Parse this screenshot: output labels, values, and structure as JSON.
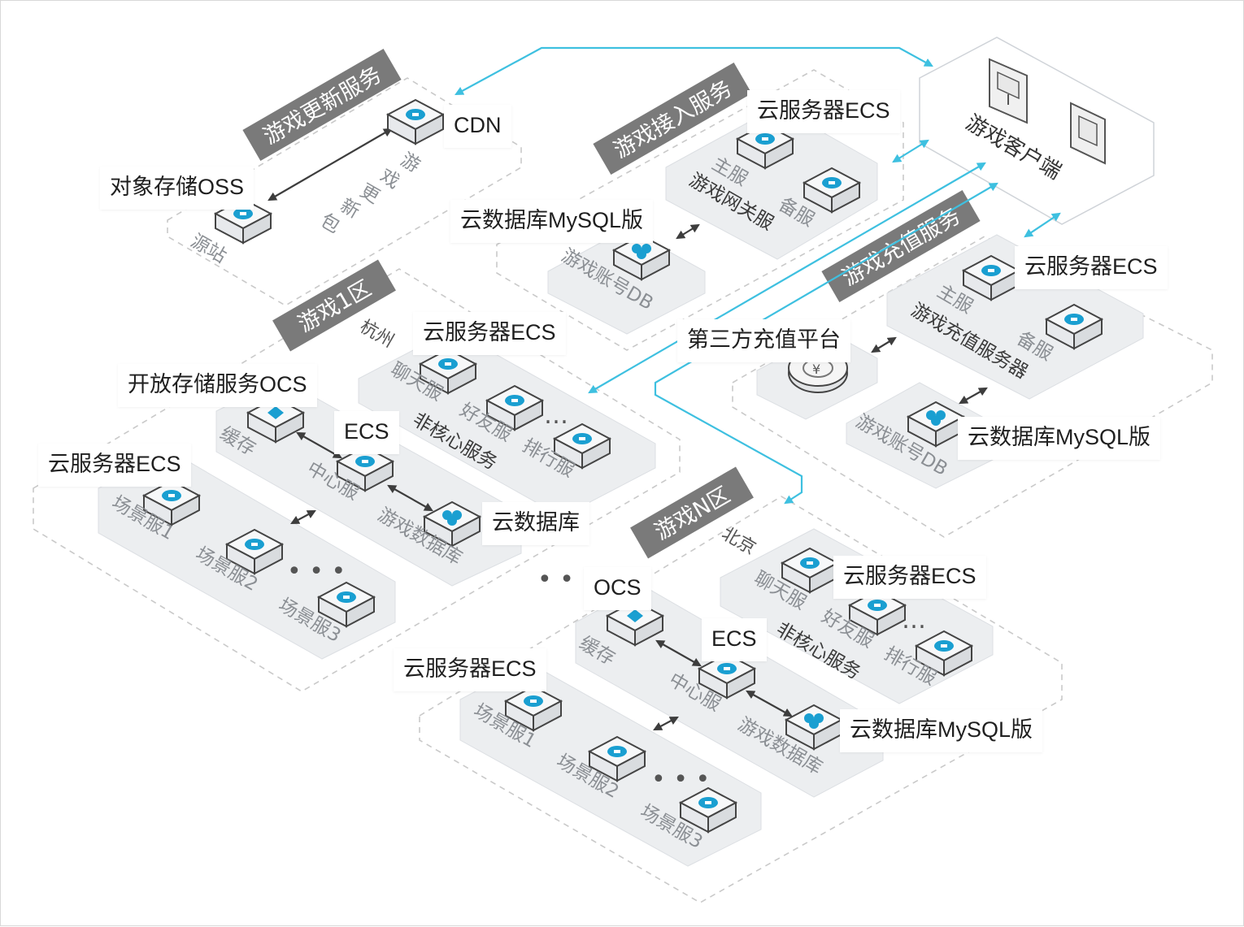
{
  "zones": {
    "update": {
      "band": "游戏更新服务",
      "cdn": "CDN",
      "oss": "对象存储OSS",
      "origin": "源站",
      "pkg_line1": "游",
      "pkg_line2": "戏",
      "pkg_line3": "更",
      "pkg_line4": "新",
      "pkg_line5": "包"
    },
    "access": {
      "band": "游戏接入服务",
      "ecs": "云服务器ECS",
      "main": "主服",
      "backup": "备服",
      "gateway": "游戏网关服",
      "mysql": "云数据库MySQL版",
      "db": "游戏账号DB"
    },
    "client": {
      "title": "游戏客户端"
    },
    "recharge": {
      "band": "游戏充值服务",
      "ecs": "云服务器ECS",
      "main": "主服",
      "backup": "备服",
      "server": "游戏充值服务器",
      "third_party": "第三方充值平台",
      "mysql": "云数据库MySQL版",
      "db": "游戏账号DB"
    },
    "zone1": {
      "band": "游戏1区",
      "city": "杭州",
      "ecs_top": "云服务器ECS",
      "ocs": "开放存储服务OCS",
      "ecs_mid": "ECS",
      "ecs_left": "云服务器ECS",
      "chat": "聊天服",
      "friend": "好友服",
      "rank": "排行服",
      "noncore": "非核心服务",
      "cache": "缓存",
      "center": "中心服",
      "gamedb": "游戏数据库",
      "clouddb": "云数据库",
      "scene1": "场景服1",
      "scene2": "场景服2",
      "scene3": "场景服3"
    },
    "zoneN": {
      "band": "游戏N区",
      "city": "北京",
      "ecs_top": "云服务器ECS",
      "ocs": "OCS",
      "ecs_mid": "ECS",
      "ecs_left": "云服务器ECS",
      "chat": "聊天服",
      "friend": "好友服",
      "rank": "排行服",
      "noncore": "非核心服务",
      "cache": "缓存",
      "center": "中心服",
      "gamedb": "游戏数据库",
      "mysql": "云数据库MySQL版",
      "scene1": "场景服1",
      "scene2": "场景服2",
      "scene3": "场景服3"
    }
  },
  "colors": {
    "accent": "#3ec0e0",
    "band": "#7a7a7a",
    "panel": "#eceef0",
    "icon": "#1a9fd1"
  },
  "icons": [
    "ecs-server-icon",
    "cdn-icon",
    "oss-icon",
    "database-icon",
    "cache-icon",
    "payment-icon",
    "client-device-icon"
  ]
}
